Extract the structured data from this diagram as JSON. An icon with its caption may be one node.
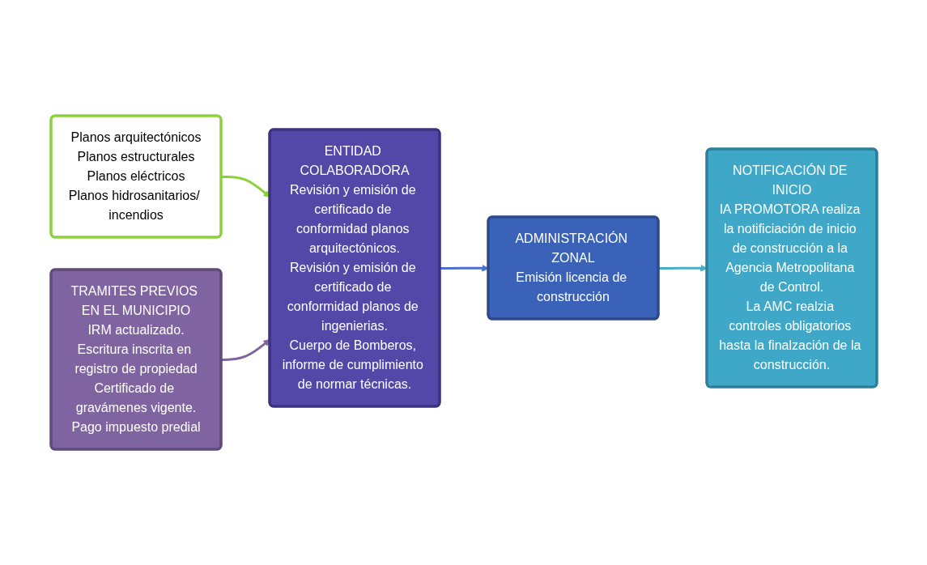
{
  "diagram": {
    "nodes": [
      {
        "text": [
          "Planos arquitectónicos",
          "Planos estructurales",
          "Planos eléctricos",
          "Planos hidrosanitarios/ incendios"
        ]
      },
      {
        "text": [
          "TRAMITES PREVIOS EN EL MUNICIPIO",
          "IRM actualizado.",
          "Escritura inscrita en registro de propiedad",
          "Certificado de gravámenes vigente.",
          "Pago impuesto predial"
        ]
      },
      {
        "text": [
          "ENTIDAD COLABORADORA",
          "Revisión y emisión de certificado de conformidad planos arquitectónicos.",
          "Revisión y emisión de certificado de conformidad planos de ingenierias.",
          "Cuerpo de Bomberos, informe de cumplimiento de normar técnicas."
        ]
      },
      {
        "text": [
          "ADMINISTRACIÓN ZONAL",
          "Emisión licencia de construcción"
        ]
      },
      {
        "text": [
          "NOTIFICACIÓN DE INICIO",
          "lA PROMOTORA realiza la notificiación de inicio de construcción a la Agencia Metropolitana de Control.",
          "La AMC realzia controles obligatorios hasta la finalzación de la construcción."
        ]
      }
    ],
    "edges": [
      {
        "from": 0,
        "to": 2,
        "arrow": "to",
        "color": "#8cd03c"
      },
      {
        "from": 1,
        "to": 2,
        "arrow": "to",
        "color": "#8064a2"
      },
      {
        "from": 2,
        "to": 3,
        "arrow": "to",
        "color": "#4f6fd0"
      },
      {
        "from": 3,
        "to": 4,
        "arrow": "to",
        "color": "#4bacc6"
      }
    ]
  }
}
